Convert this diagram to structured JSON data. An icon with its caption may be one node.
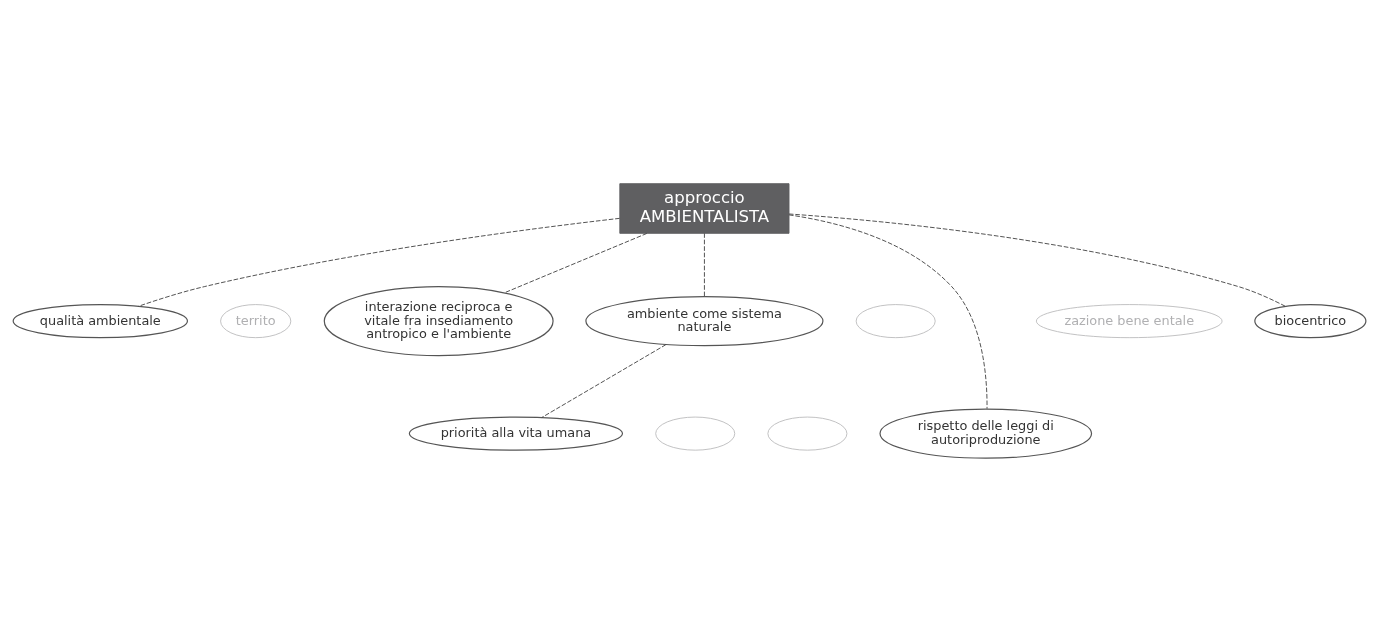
{
  "diagram": {
    "nodes": [
      {
        "text": [
          "approccio",
          "AMBIENTALISTA"
        ]
      },
      {
        "text": [
          "zazione bene entale"
        ]
      },
      {
        "text": [
          "biocentrico"
        ]
      },
      {
        "text": [
          "qualità ambientale"
        ]
      },
      {
        "text": [
          "territo"
        ]
      },
      {
        "text": [
          "interazione reciproca e vitale fra insediamento antropico e l'ambiente"
        ]
      },
      {
        "text": [],
        "shape": "ellipse"
      },
      {
        "text": [
          "ambiente come sistema naturale"
        ]
      },
      {
        "text": [
          "rispetto delle leggi di autoriproduzione"
        ]
      },
      {
        "text": [
          "priorità alla vita umana"
        ]
      },
      {
        "text": [],
        "shape": "ellipse"
      },
      {
        "text": [],
        "shape": "ellipse"
      }
    ],
    "edges": [
      {
        "from": 0,
        "to": 2,
        "arrow": "none",
        "style": "dashed"
      },
      {
        "from": 0,
        "to": 5,
        "arrow": "none",
        "style": "dashed"
      },
      {
        "from": 0,
        "to": 8,
        "arrow": "none",
        "style": "dashed"
      },
      {
        "from": 0,
        "to": 7,
        "arrow": "none",
        "style": "dashed"
      },
      {
        "from": 0,
        "to": 3,
        "arrow": "none",
        "style": "dashed"
      },
      {
        "from": 7,
        "to": 9,
        "arrow": "none",
        "style": "dashed"
      }
    ]
  }
}
